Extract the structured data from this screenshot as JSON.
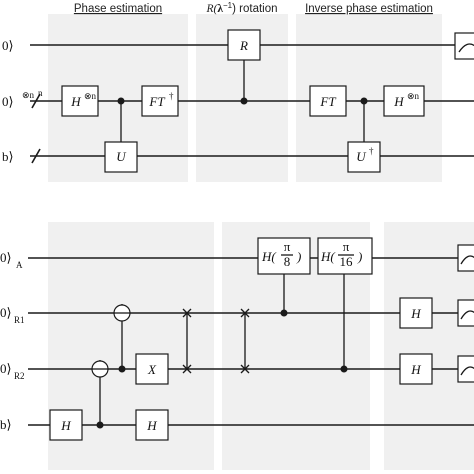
{
  "sections": {
    "phase_estimation": "Phase estimation",
    "rotation_prefix": "R(",
    "rotation_lambda": "λ",
    "rotation_sup": "−1",
    "rotation_suffix": ") rotation",
    "inverse_phase_estimation": "Inverse phase estimation"
  },
  "top_circuit": {
    "wire_labels": {
      "ancilla": "0⟩",
      "register": "0⟩",
      "register_sup": "⊗n",
      "register_bundle": "n",
      "b": "b⟩"
    },
    "gates": {
      "hadamard_n": "H",
      "hadamard_n_sup": "⊗n",
      "inverse_ft": "FT",
      "inverse_ft_sup": "†",
      "rotation": "R",
      "ft": "FT",
      "unitary": "U",
      "unitary_dagger": "U",
      "unitary_dagger_sup": "†",
      "hadamard_n_2": "H",
      "hadamard_n_2_sup": "⊗n"
    }
  },
  "bottom_circuit": {
    "wire_labels": {
      "a": "0⟩",
      "a_sub": "A",
      "r1": "0⟩",
      "r1_sub": "R1",
      "r2": "0⟩",
      "r2_sub": "R2",
      "b": "b⟩"
    },
    "gates": {
      "h_b": "H",
      "x_r2": "X",
      "h_b_2": "H",
      "h_pi8_prefix": "H(",
      "h_pi8_num": "π",
      "h_pi8_den": "8",
      "h_pi8_suffix": ")",
      "h_pi16_prefix": "H(",
      "h_pi16_num": "π",
      "h_pi16_den": "16",
      "h_pi16_suffix": ")",
      "h_r1": "H",
      "h_r2": "H"
    }
  },
  "colors": {
    "panel": "#f0f0f0",
    "ink": "#1a1a1a"
  }
}
